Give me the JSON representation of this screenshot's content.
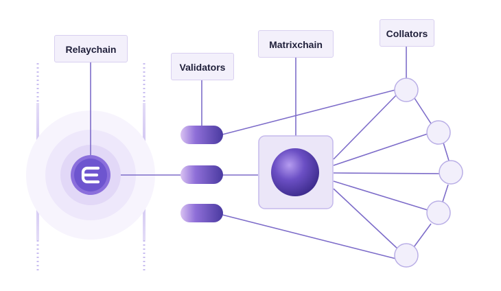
{
  "labels": {
    "relaychain": "Relaychain",
    "validators": "Validators",
    "matrixchain": "Matrixchain",
    "collators": "Collators"
  },
  "icons": {
    "relaychain_logo": "enjin-e-logo-icon"
  },
  "colors": {
    "line": "#7d6cc9",
    "pill_dark": "#4a3aa0",
    "pill_light": "#cdb6ee",
    "collator_fill": "#f2effb",
    "collator_stroke": "#b9aee6",
    "matrix_box_fill": "#ebe6f8",
    "matrix_box_stroke": "#c4b8ec",
    "label_bg": "#f3f0fb",
    "label_border": "#d8cff0"
  }
}
